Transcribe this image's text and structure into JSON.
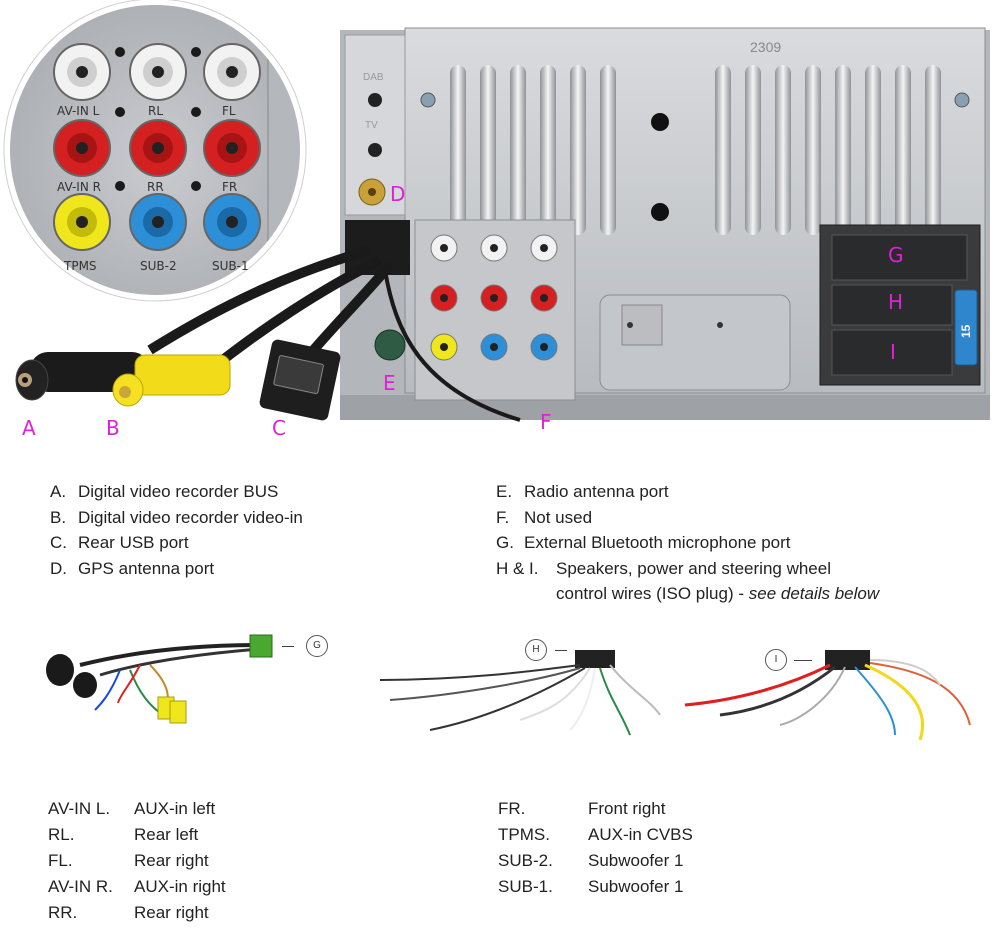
{
  "callouts": {
    "A": "A",
    "B": "B",
    "C": "C",
    "D": "D",
    "E": "E",
    "F": "F",
    "G": "G",
    "H": "H",
    "I": "I"
  },
  "device": {
    "model_stamp": "2309",
    "fuse_value": "15",
    "side_labels": [
      "DAB",
      "TV"
    ]
  },
  "zoom_jack_labels": {
    "row1": [
      "AV-IN L",
      "RL",
      "FL"
    ],
    "row2": [
      "AV-IN R",
      "RR",
      "FR"
    ],
    "row3": [
      "TPMS",
      "SUB-2",
      "SUB-1"
    ]
  },
  "legend_left": [
    {
      "key": "A.",
      "text": "Digital video recorder BUS"
    },
    {
      "key": "B.",
      "text": "Digital video recorder video-in"
    },
    {
      "key": "C.",
      "text": "Rear USB port"
    },
    {
      "key": "D.",
      "text": "GPS antenna port"
    }
  ],
  "legend_right": [
    {
      "key": "E.",
      "text": "Radio antenna port"
    },
    {
      "key": "F.",
      "text": "Not used"
    },
    {
      "key": "G.",
      "text": "External Bluetooth microphone port"
    },
    {
      "key": "H & I.",
      "text": "Speakers, power and steering wheel",
      "text2": "control wires (ISO plug) -",
      "text2_em": "see details below"
    }
  ],
  "cable_labels": {
    "g": "G",
    "h": "H",
    "i": "I"
  },
  "abbr_left": [
    {
      "k": "AV-IN L.",
      "v": "AUX-in left"
    },
    {
      "k": "RL.",
      "v": "Rear left"
    },
    {
      "k": "FL.",
      "v": "Rear right"
    },
    {
      "k": "AV-IN R.",
      "v": "AUX-in right"
    },
    {
      "k": "RR.",
      "v": "Rear right"
    }
  ],
  "abbr_right": [
    {
      "k": "FR.",
      "v": "Front right"
    },
    {
      "k": "TPMS.",
      "v": "AUX-in CVBS"
    },
    {
      "k": "SUB-2.",
      "v": "Subwoofer 1"
    },
    {
      "k": "SUB-1.",
      "v": "Subwoofer 1"
    }
  ],
  "colors": {
    "callout": "#e020d8",
    "jack_white": "#f2f2f2",
    "jack_red": "#d42020",
    "jack_yellow": "#f0e61c",
    "jack_blue": "#2c8fd8",
    "chassis": "#c7c9cc",
    "wire_red": "#e02020",
    "wire_yellow": "#f2d818",
    "wire_green": "#2a8a4a"
  }
}
